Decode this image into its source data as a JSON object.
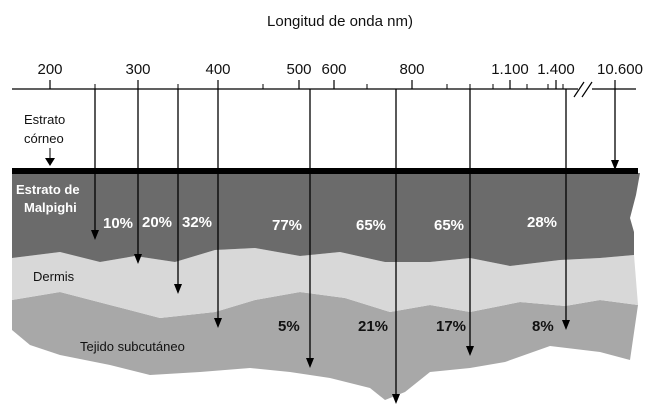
{
  "axis": {
    "title": "Longitud de onda nm)",
    "ticks": [
      "200",
      "300",
      "400",
      "500",
      "600",
      "800",
      "1.100",
      "1.400",
      "10.600"
    ]
  },
  "layers": {
    "stratum_corneum": [
      "Estrato",
      "córneo"
    ],
    "malpighi": [
      "Estrato de",
      "Malpighi"
    ],
    "dermis": "Dermis",
    "subcutaneous": "Tejido subcutáneo"
  },
  "percentages": {
    "epidermis": [
      "10%",
      "20%",
      "32%",
      "77%",
      "65%",
      "65%",
      "28%"
    ],
    "subcutaneous": [
      "5%",
      "21%",
      "17%",
      "8%"
    ]
  },
  "colors": {
    "malpighi": "#6b6b6b",
    "dermis": "#d8d8d8",
    "subcutaneous": "#a8a8a8",
    "line": "#000000"
  }
}
